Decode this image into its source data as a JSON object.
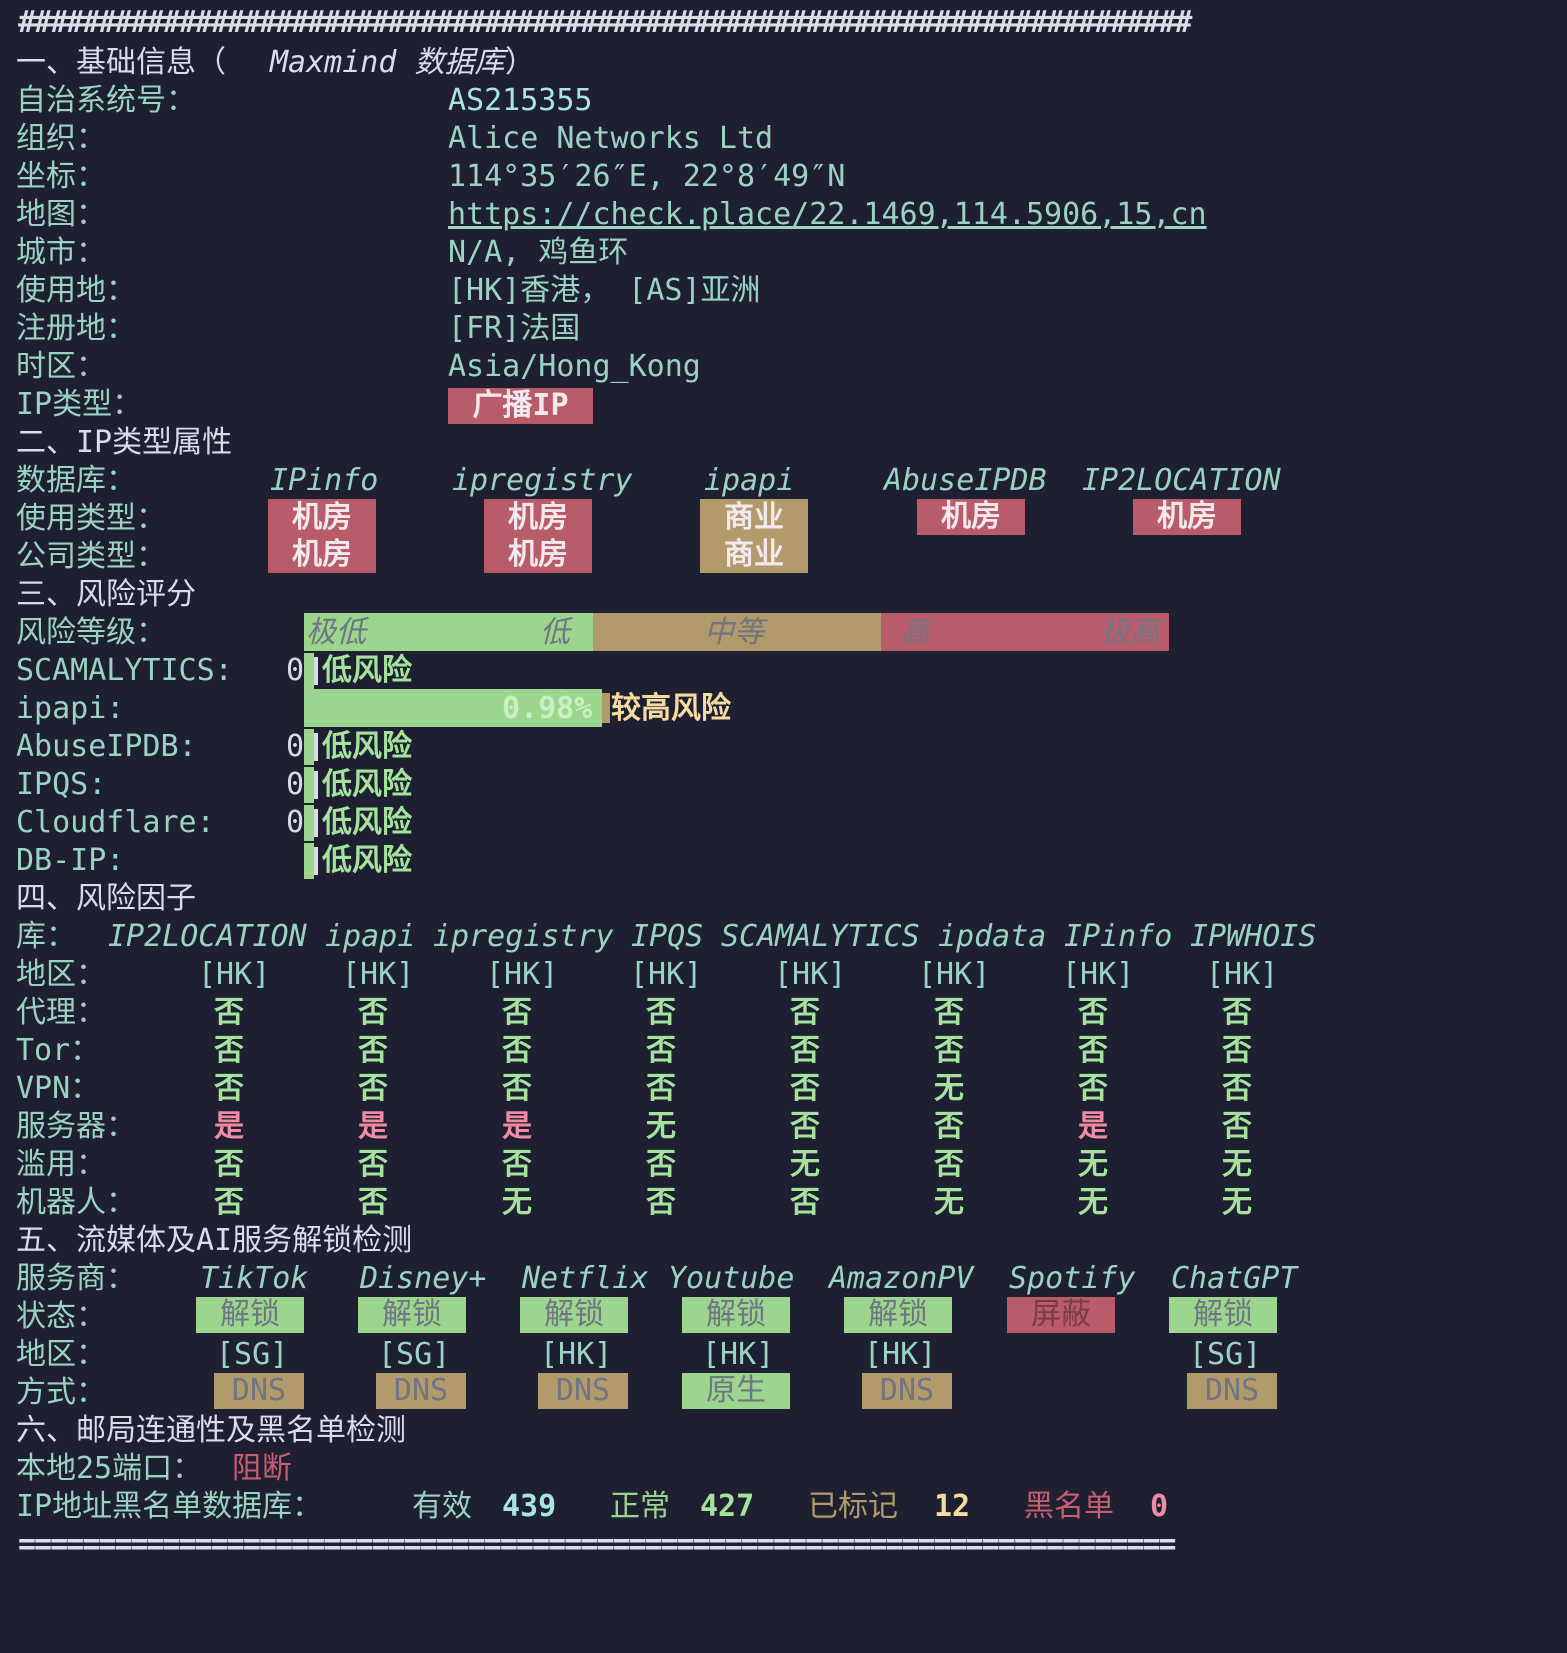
{
  "separator_hash": "#########################################################################",
  "separator_eq": "========================================================================",
  "s1": {
    "title": "一、基础信息（",
    "title_db": "Maxmind 数据库",
    "title_end": "）",
    "asn_label": "自治系统号：",
    "asn": "AS215355",
    "org_label": "组织：",
    "org": "Alice Networks Ltd",
    "coord_label": "坐标：",
    "coord": "114°35′26″E, 22°8′49″N",
    "map_label": "地图：",
    "map": "https://check.place/22.1469,114.5906,15,cn",
    "city_label": "城市：",
    "city": "N/A, 鸡鱼环",
    "use_label": "使用地：",
    "use": "[HK]香港， [AS]亚洲",
    "reg_label": "注册地：",
    "reg": "[FR]法国",
    "tz_label": "时区：",
    "tz": "Asia/Hong_Kong",
    "iptype_label": "IP类型：",
    "iptype": "广播IP"
  },
  "s2": {
    "title": "二、IP类型属性",
    "db_label": "数据库：",
    "dbs": [
      "IPinfo",
      "ipregistry",
      "ipapi",
      "AbuseIPDB",
      "IP2LOCATION"
    ],
    "usage_label": "使用类型：",
    "usage": [
      "机房",
      "机房",
      "商业",
      "机房",
      "机房"
    ],
    "company_label": "公司类型：",
    "company": [
      "机房",
      "机房",
      "商业"
    ]
  },
  "s3": {
    "title": "三、风险评分",
    "level_label": "风险等级：",
    "levels": [
      "极低",
      "低",
      "中等",
      "高",
      "极高"
    ],
    "scores": [
      {
        "label": "SCAMALYTICS:",
        "value": "0",
        "text": "低风险"
      },
      {
        "label": "ipapi:",
        "value": "0.98%",
        "text": "较高风险"
      },
      {
        "label": "AbuseIPDB:",
        "value": "0",
        "text": "低风险"
      },
      {
        "label": "IPQS:",
        "value": "0",
        "text": "低风险"
      },
      {
        "label": "Cloudflare:",
        "value": "0",
        "text": "低风险"
      },
      {
        "label": "DB-IP:",
        "value": "",
        "text": "低风险"
      }
    ]
  },
  "s4": {
    "title": "四、风险因子",
    "lib_label": "库：",
    "libs": [
      "IP2LOCATION",
      "ipapi",
      "ipregistry",
      "IPQS",
      "SCAMALYTICS",
      "ipdata",
      "IPinfo",
      "IPWHOIS"
    ],
    "rows": [
      {
        "label": "地区：",
        "values": [
          "[HK]",
          "[HK]",
          "[HK]",
          "[HK]",
          "[HK]",
          "[HK]",
          "[HK]",
          "[HK]"
        ]
      },
      {
        "label": "代理：",
        "values": [
          "否",
          "否",
          "否",
          "否",
          "否",
          "否",
          "否",
          "否"
        ]
      },
      {
        "label": "Tor：",
        "values": [
          "否",
          "否",
          "否",
          "否",
          "否",
          "否",
          "否",
          "否"
        ]
      },
      {
        "label": "VPN：",
        "values": [
          "否",
          "否",
          "否",
          "否",
          "否",
          "无",
          "否",
          "否"
        ]
      },
      {
        "label": "服务器：",
        "values": [
          "是",
          "是",
          "是",
          "无",
          "否",
          "否",
          "是",
          "否"
        ]
      },
      {
        "label": "滥用：",
        "values": [
          "否",
          "否",
          "否",
          "否",
          "无",
          "否",
          "无",
          "无"
        ]
      },
      {
        "label": "机器人：",
        "values": [
          "否",
          "否",
          "无",
          "否",
          "否",
          "无",
          "无",
          "无"
        ]
      }
    ]
  },
  "s5": {
    "title": "五、流媒体及AI服务解锁检测",
    "provider_label": "服务商：",
    "providers": [
      "TikTok",
      "Disney+",
      "Netflix",
      "Youtube",
      "AmazonPV",
      "Spotify",
      "ChatGPT"
    ],
    "status_label": "状态：",
    "status": [
      "解锁",
      "解锁",
      "解锁",
      "解锁",
      "解锁",
      "屏蔽",
      "解锁"
    ],
    "region_label": "地区：",
    "region": [
      "[SG]",
      "[SG]",
      "[HK]",
      "[HK]",
      "[HK]",
      "",
      "[SG]"
    ],
    "method_label": "方式：",
    "method": [
      "DNS",
      "DNS",
      "DNS",
      "原生",
      "DNS",
      "",
      "DNS"
    ]
  },
  "s6": {
    "title": "六、邮局连通性及黑名单检测",
    "port_label": "本地25端口：",
    "port": "阻断",
    "bl_label": "IP地址黑名单数据库：",
    "valid_label": "有效",
    "valid": "439",
    "normal_label": "正常",
    "normal": "427",
    "marked_label": "已标记",
    "marked": "12",
    "black_label": "黑名单",
    "black": "0"
  },
  "colors": {
    "background": "#1e1f31",
    "teal": "#9bd3c3",
    "green": "#9cd68e",
    "red": "#b85c6a",
    "gold": "#b29a6a",
    "pink": "#f08ca6",
    "yellow": "#f6dba0"
  }
}
